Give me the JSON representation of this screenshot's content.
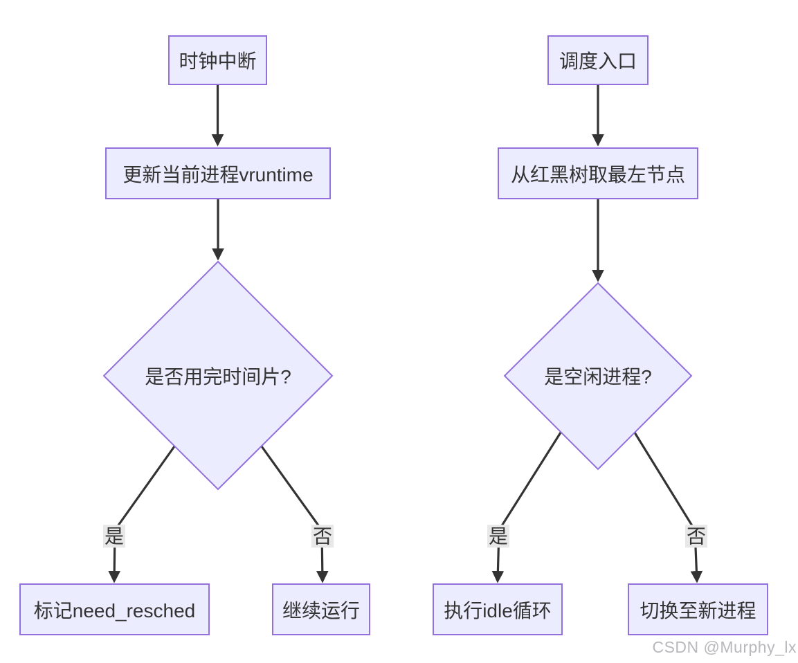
{
  "flowchart": {
    "left": {
      "start": "时钟中断",
      "process": "更新当前进程vruntime",
      "decision": "是否用完时间片?",
      "yes_label": "是",
      "no_label": "否",
      "yes_result": "标记need_resched",
      "no_result": "继续运行"
    },
    "right": {
      "start": "调度入口",
      "process": "从红黑树取最左节点",
      "decision": "是空闲进程?",
      "yes_label": "是",
      "no_label": "否",
      "yes_result": "执行idle循环",
      "no_result": "切换至新进程"
    },
    "colors": {
      "node_fill": "#ECECFF",
      "node_border": "#9370DB",
      "edge_color": "#333333",
      "edge_label_bg": "#E8E8E8",
      "text_color": "#333333",
      "watermark_color": "#B8B8BD"
    },
    "watermark": "CSDN @Murphy_lx"
  }
}
